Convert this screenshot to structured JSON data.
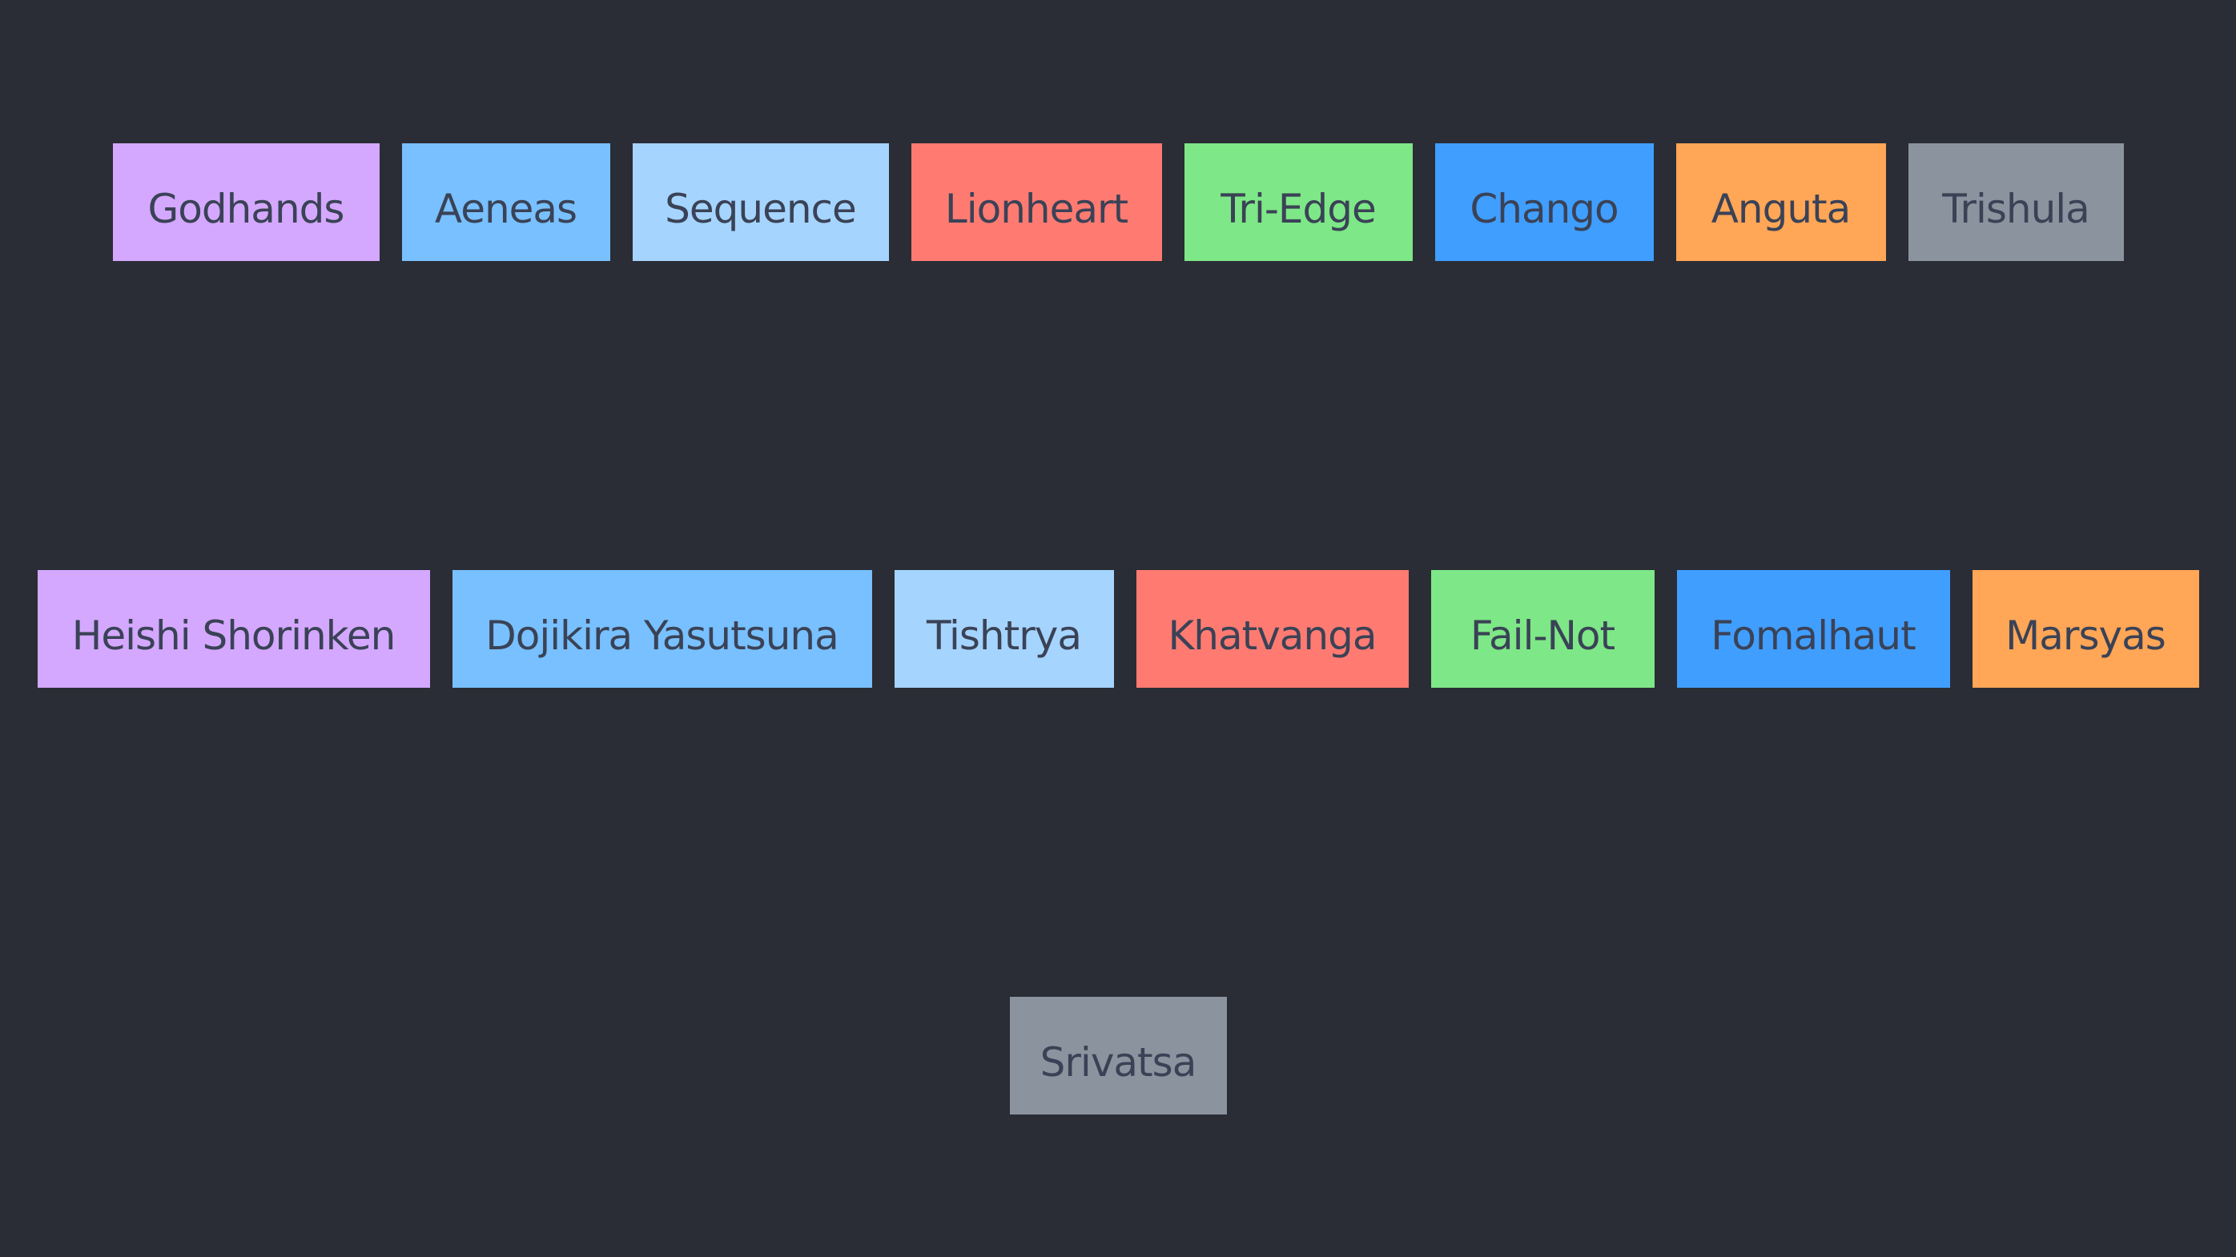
{
  "colors": {
    "background": "#2a2d35",
    "text": "#3a4256",
    "purple": "#d4a8ff",
    "sky": "#78c0ff",
    "light_blue": "#a5d4ff",
    "red": "#ff7b72",
    "green": "#7ee787",
    "blue": "#409eff",
    "orange": "#ffa657",
    "gray": "#8b949e"
  },
  "rows": [
    {
      "tiles": [
        {
          "label": "Godhands",
          "color": "purple"
        },
        {
          "label": "Aeneas",
          "color": "sky"
        },
        {
          "label": "Sequence",
          "color": "light_blue"
        },
        {
          "label": "Lionheart",
          "color": "red"
        },
        {
          "label": "Tri-Edge",
          "color": "green"
        },
        {
          "label": "Chango",
          "color": "blue"
        },
        {
          "label": "Anguta",
          "color": "orange"
        },
        {
          "label": "Trishula",
          "color": "gray"
        }
      ]
    },
    {
      "tiles": [
        {
          "label": "Heishi Shorinken",
          "color": "purple"
        },
        {
          "label": "Dojikira Yasutsuna",
          "color": "sky"
        },
        {
          "label": "Tishtrya",
          "color": "light_blue"
        },
        {
          "label": "Khatvanga",
          "color": "red"
        },
        {
          "label": "Fail-Not",
          "color": "green"
        },
        {
          "label": "Fomalhaut",
          "color": "blue"
        },
        {
          "label": "Marsyas",
          "color": "orange"
        }
      ]
    },
    {
      "tiles": [
        {
          "label": "Srivatsa",
          "color": "gray"
        }
      ]
    }
  ]
}
